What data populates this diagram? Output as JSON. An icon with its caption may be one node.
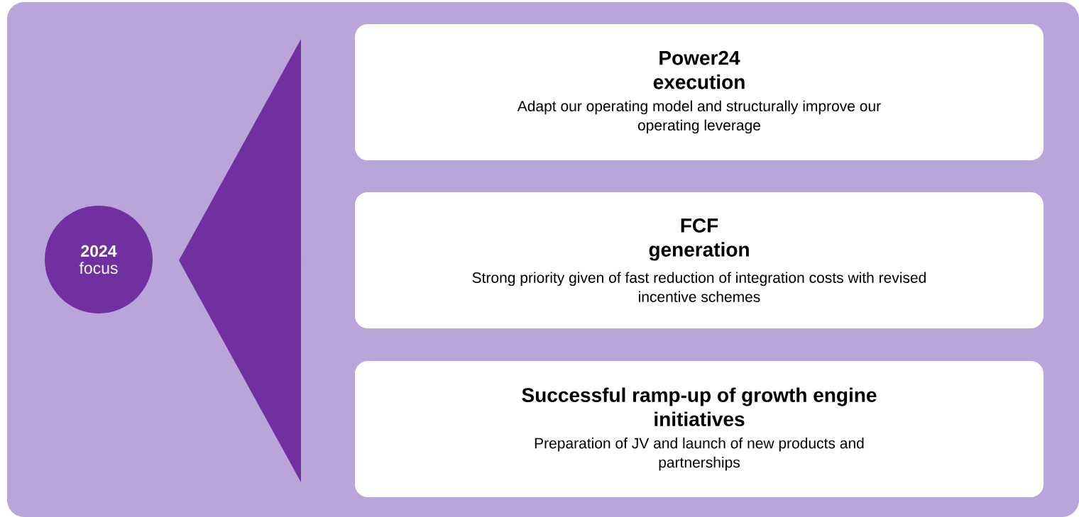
{
  "diagram": {
    "nodes": [
      {
        "text": [
          "2024",
          "focus"
        ]
      },
      {
        "text": [
          "Power24 execution",
          "Adapt our operating model and structurally improve our operating leverage"
        ]
      },
      {
        "text": [
          "FCF generation",
          "Strong priority given of fast reduction of integration costs with revised incentive schemes"
        ]
      },
      {
        "text": [
          "Successful ramp-up of growth engine initiatives",
          "Preparation of JV and launch of new products and partnerships"
        ]
      }
    ]
  }
}
